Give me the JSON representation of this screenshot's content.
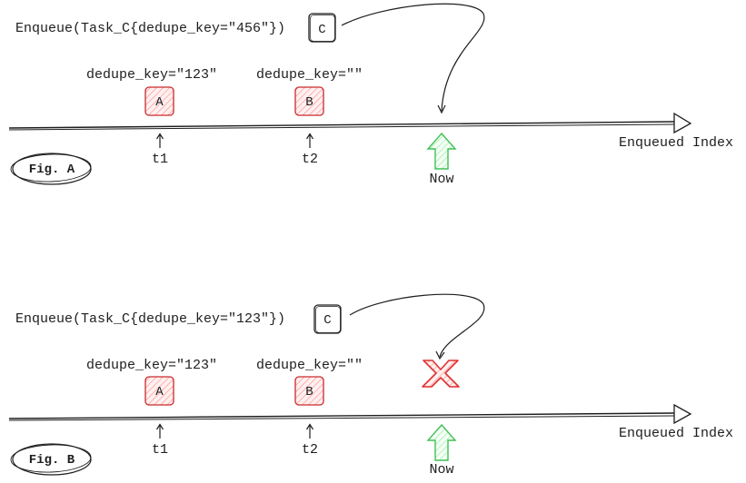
{
  "colors": {
    "ink": "#1e1e1e",
    "task_stroke": "#c92a2a",
    "task_fill": "#ffc9c9",
    "now_stroke": "#40c057",
    "now_fill": "#b2f2bb",
    "reject": "#e03131"
  },
  "figures": [
    {
      "enqueue_label": "Enqueue(Task_C{dedupe_key=\"456\"})",
      "new_task": "C",
      "tasks": [
        {
          "key_label": "dedupe_key=\"123\"",
          "name": "A",
          "time_label": "t1"
        },
        {
          "key_label": "dedupe_key=\"\"",
          "name": "B",
          "time_label": "t2"
        }
      ],
      "axis_label": "Enqueued Index",
      "now_label": "Now",
      "fig_label": "Fig. A",
      "rejected": false
    },
    {
      "enqueue_label": "Enqueue(Task_C{dedupe_key=\"123\"})",
      "new_task": "C",
      "tasks": [
        {
          "key_label": "dedupe_key=\"123\"",
          "name": "A",
          "time_label": "t1"
        },
        {
          "key_label": "dedupe_key=\"\"",
          "name": "B",
          "time_label": "t2"
        }
      ],
      "axis_label": "Enqueued Index",
      "now_label": "Now",
      "fig_label": "Fig. B",
      "rejected": true
    }
  ]
}
